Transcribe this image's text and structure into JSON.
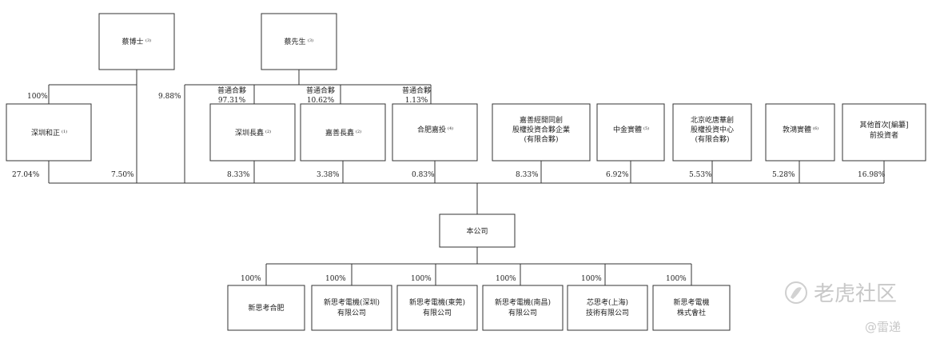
{
  "shareholders_top": {
    "dr_cai": {
      "name": "蔡博士",
      "note": "(3)"
    },
    "mr_cai": {
      "name": "蔡先生",
      "note": "(3)"
    }
  },
  "gp_labels": {
    "label": "普通合夥",
    "p1": "97.31%",
    "p2": "10.62%",
    "p3": "1.13%"
  },
  "edge_labels": {
    "dr_to_hezheng": "100%",
    "dr_direct": "9.88%"
  },
  "shareholders": [
    {
      "name": "深圳和正",
      "note": "(1)",
      "pct": "27.04%"
    },
    {
      "name": "",
      "note": "",
      "pct": "7.50%"
    },
    {
      "name": "深圳長鑫",
      "note": "(2)",
      "pct": "8.33%"
    },
    {
      "name": "嘉善長鑫",
      "note": "(2)",
      "pct": "3.38%"
    },
    {
      "name": "合肥嘉投",
      "note": "(4)",
      "pct": "0.83%"
    },
    {
      "line1": "嘉善經開同創",
      "line2": "股權投資合夥企業",
      "line3": "(有限合夥)",
      "pct": "8.33%"
    },
    {
      "name": "中金實體",
      "note": "(5)",
      "pct": "6.92%"
    },
    {
      "line1": "北京屹唐華創",
      "line2": "股權投資中心",
      "line3": "(有限合夥)",
      "pct": "5.53%"
    },
    {
      "name": "敦鴻實體",
      "note": "(6)",
      "pct": "5.28%"
    },
    {
      "line1": "其他首次[編纂]",
      "line2": "前投資者",
      "pct": "16.98%"
    }
  ],
  "company": {
    "name": "本公司"
  },
  "subsidiaries": [
    {
      "line1": "新思考合肥",
      "line2": "",
      "pct": "100%"
    },
    {
      "line1": "新思考電機(深圳)",
      "line2": "有限公司",
      "pct": "100%"
    },
    {
      "line1": "新思考電機(東莞)",
      "line2": "有限公司",
      "pct": "100%"
    },
    {
      "line1": "新思考電機(南昌)",
      "line2": "有限公司",
      "pct": "100%"
    },
    {
      "line1": "芯思考(上海)",
      "line2": "技術有限公司",
      "pct": "100%"
    },
    {
      "line1": "新思考電機",
      "line2": "株式會社",
      "pct": "100%"
    }
  ],
  "watermark": {
    "brand": "老虎社区",
    "handle": "@雷递"
  }
}
